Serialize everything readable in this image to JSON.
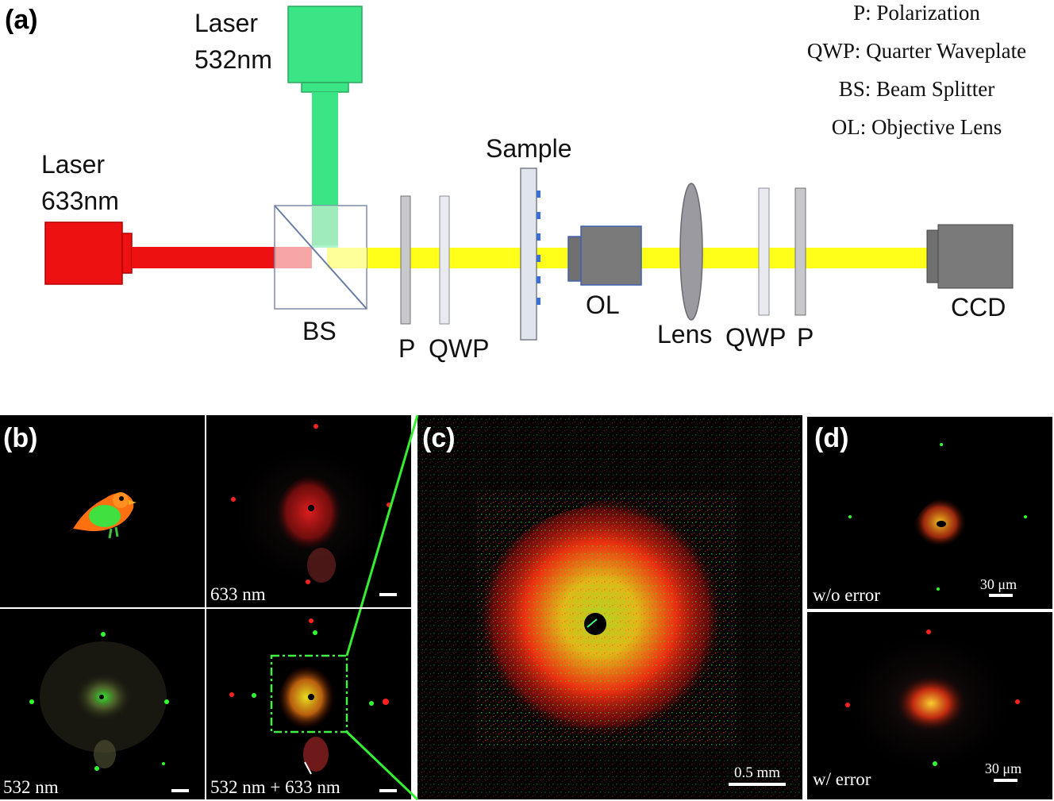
{
  "panel_a": {
    "label": "(a)",
    "legend": [
      "P: Polarization",
      "QWP: Quarter Waveplate",
      "BS: Beam Splitter",
      "OL: Objective Lens"
    ],
    "laser_green": {
      "line1": "Laser",
      "line2": "532nm",
      "color": "#3be484"
    },
    "laser_red": {
      "line1": "Laser",
      "line2": "633nm",
      "color": "#ee1111"
    },
    "beam_color": "#ffff1a",
    "labels": {
      "bs": "BS",
      "p1": "P",
      "qwp1": "QWP",
      "sample": "Sample",
      "ol": "OL",
      "lens": "Lens",
      "qwp2": "QWP",
      "p2": "P",
      "ccd": "CCD"
    }
  },
  "panel_b": {
    "label": "(b)",
    "img_633": "633 nm",
    "img_532": "532 nm",
    "img_merge": "532 nm + 633 nm"
  },
  "panel_c": {
    "label": "(c)",
    "scale": "0.5 mm"
  },
  "panel_d": {
    "label": "(d)",
    "top_caption": "w/o error",
    "top_scale": "30 μm",
    "bottom_caption": "w/ error",
    "bottom_scale": "30 μm"
  }
}
